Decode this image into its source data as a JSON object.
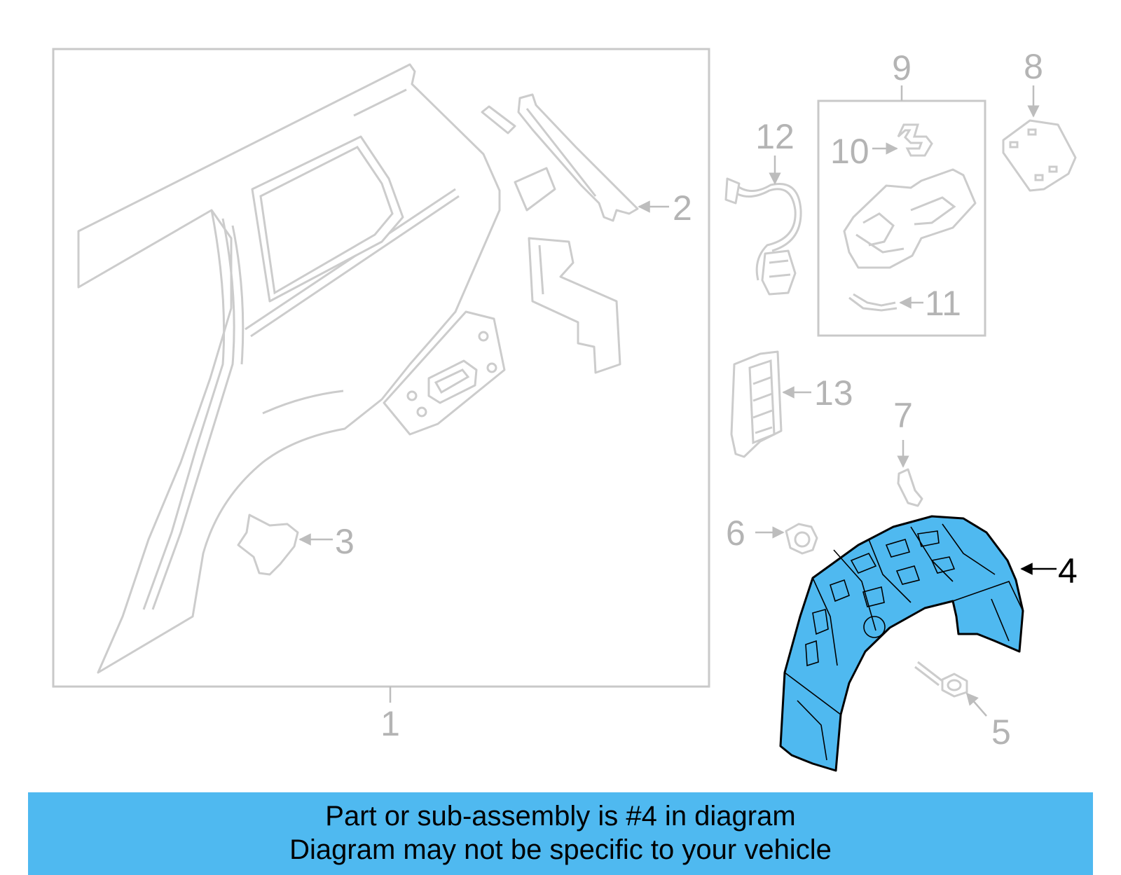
{
  "callouts": {
    "c1": "1",
    "c2": "2",
    "c3": "3",
    "c4": "4",
    "c5": "5",
    "c6": "6",
    "c7": "7",
    "c8": "8",
    "c9": "9",
    "c10": "10",
    "c11": "11",
    "c12": "12",
    "c13": "13"
  },
  "highlighted_part": "4",
  "banner": {
    "line1": "Part or sub-assembly is #4 in diagram",
    "line2": "Diagram may not be specific to your vehicle"
  },
  "colors": {
    "highlight": "#4fb9f0",
    "banner_bg": "#4fb9f0",
    "part_outline": "#cccccc",
    "callout_text": "#b4b4b4"
  },
  "icons": {
    "arrowhead": "arrowhead-icon"
  }
}
